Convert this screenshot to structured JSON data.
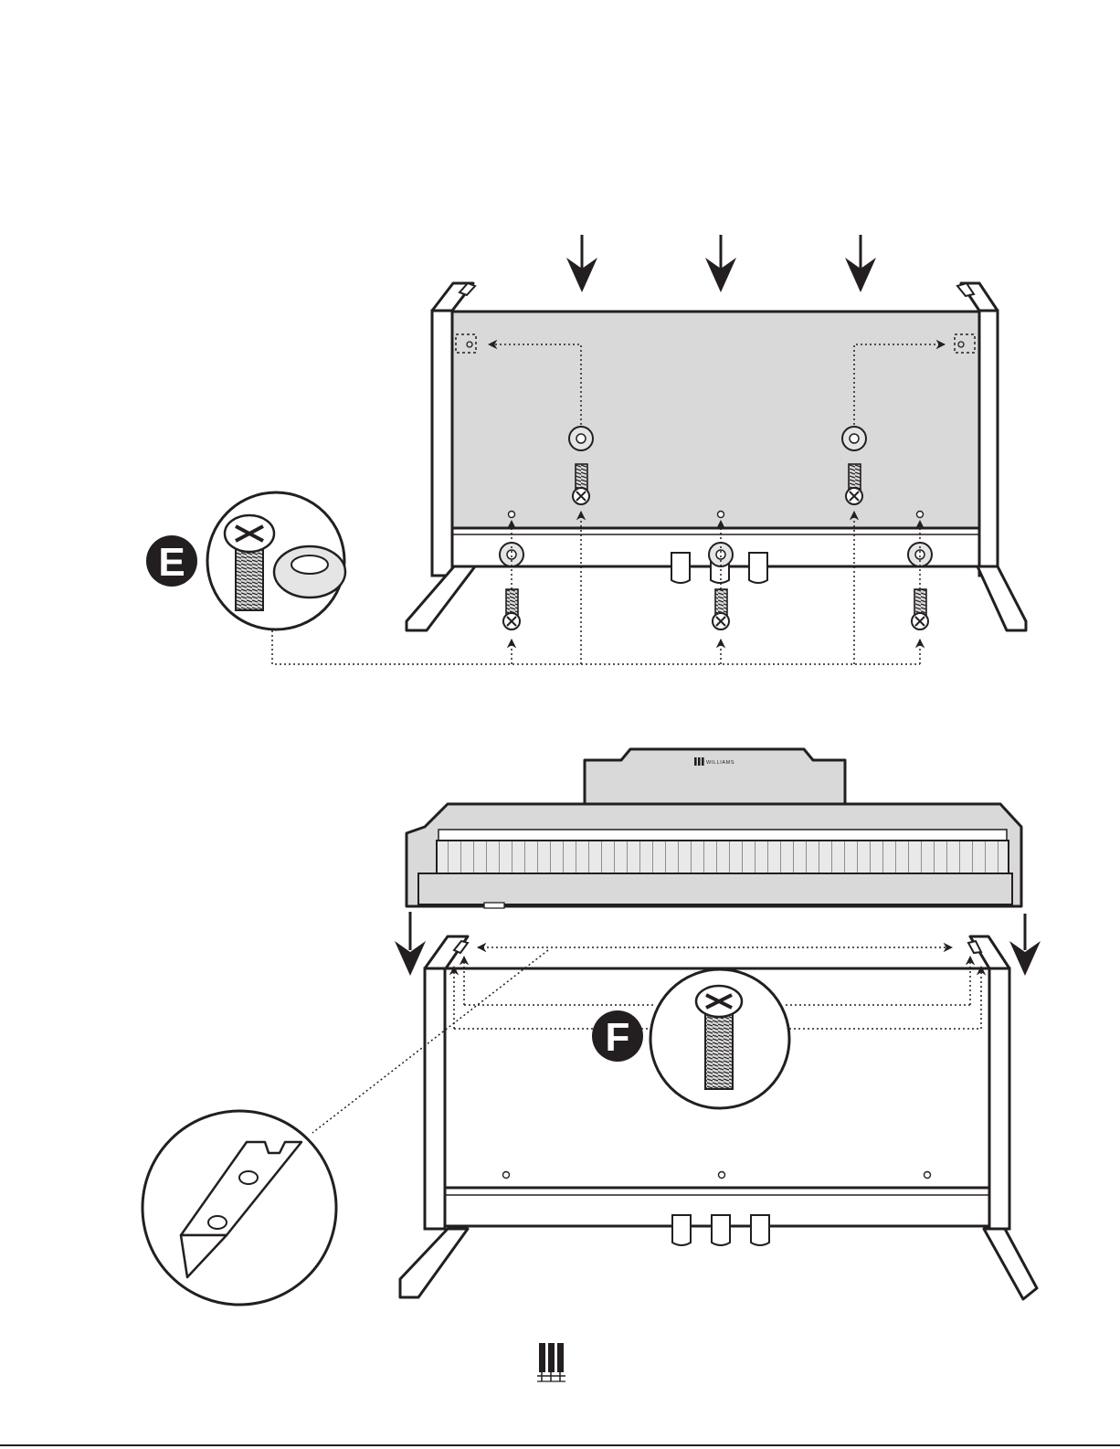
{
  "figure": {
    "step_upper": {
      "callout_label": "E",
      "parts": [
        "screw",
        "washer"
      ],
      "screw_count": 5
    },
    "step_lower": {
      "callout_label": "F",
      "parts": [
        "screw"
      ],
      "detail": "bracket"
    },
    "piano_brand_text": "WILLIAMS"
  },
  "footer": {
    "logo_icon": "williams-piano-keys-logo"
  }
}
